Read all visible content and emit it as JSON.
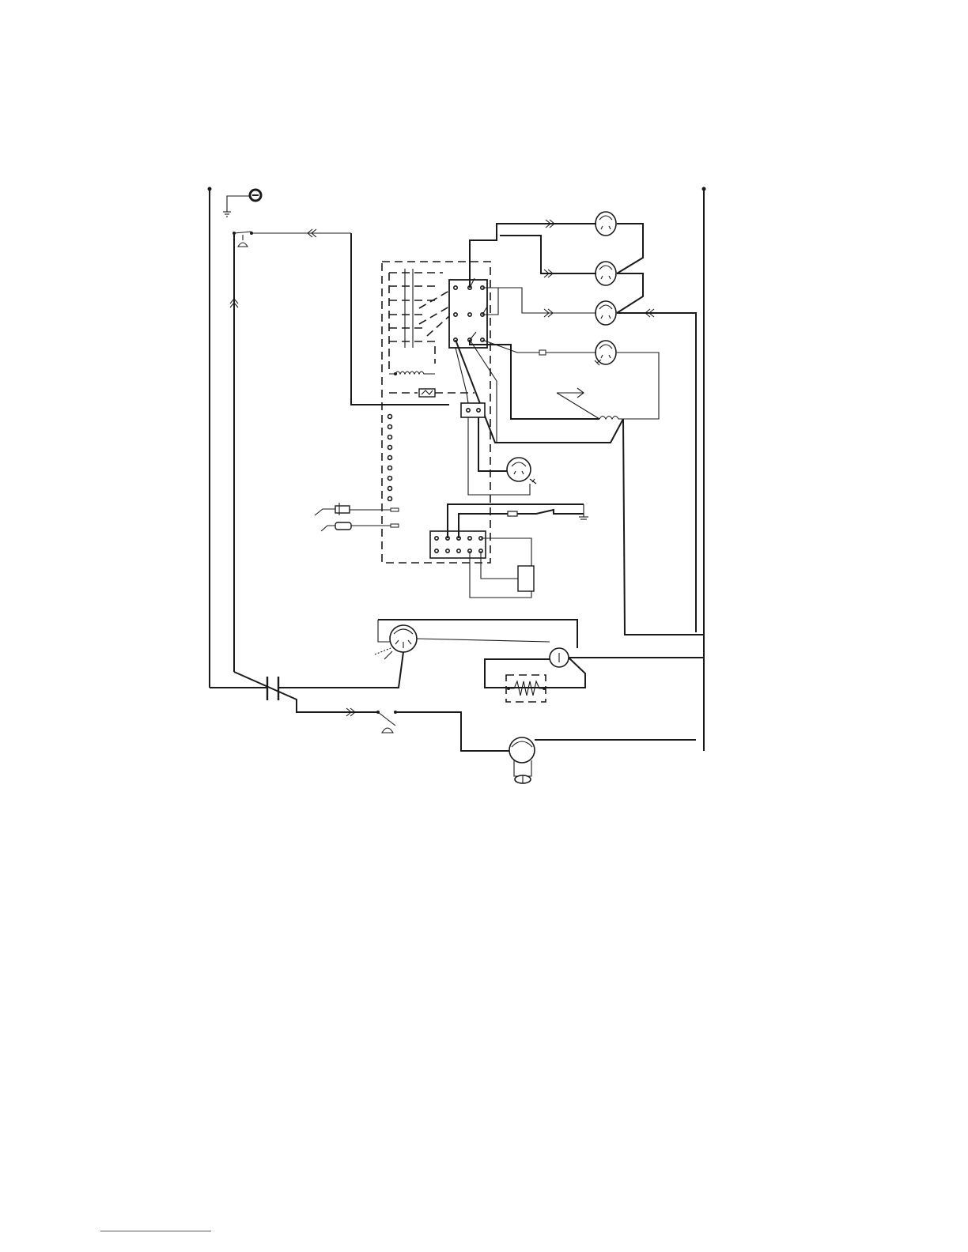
{
  "page": {
    "background": "#ffffff"
  },
  "diagram": {
    "line_color": "#1a1a1a",
    "footer_rule_color": "#3a5ba0",
    "components": [
      "ground-terminal",
      "door-switch-top",
      "connector-plug",
      "control-board",
      "relay-contacts",
      "motor-coil",
      "thermal-fuse",
      "terminal-block",
      "burner-valve",
      "sensor-probe",
      "timer-motor",
      "heating-element",
      "pump-motor",
      "main-power-rail"
    ]
  }
}
